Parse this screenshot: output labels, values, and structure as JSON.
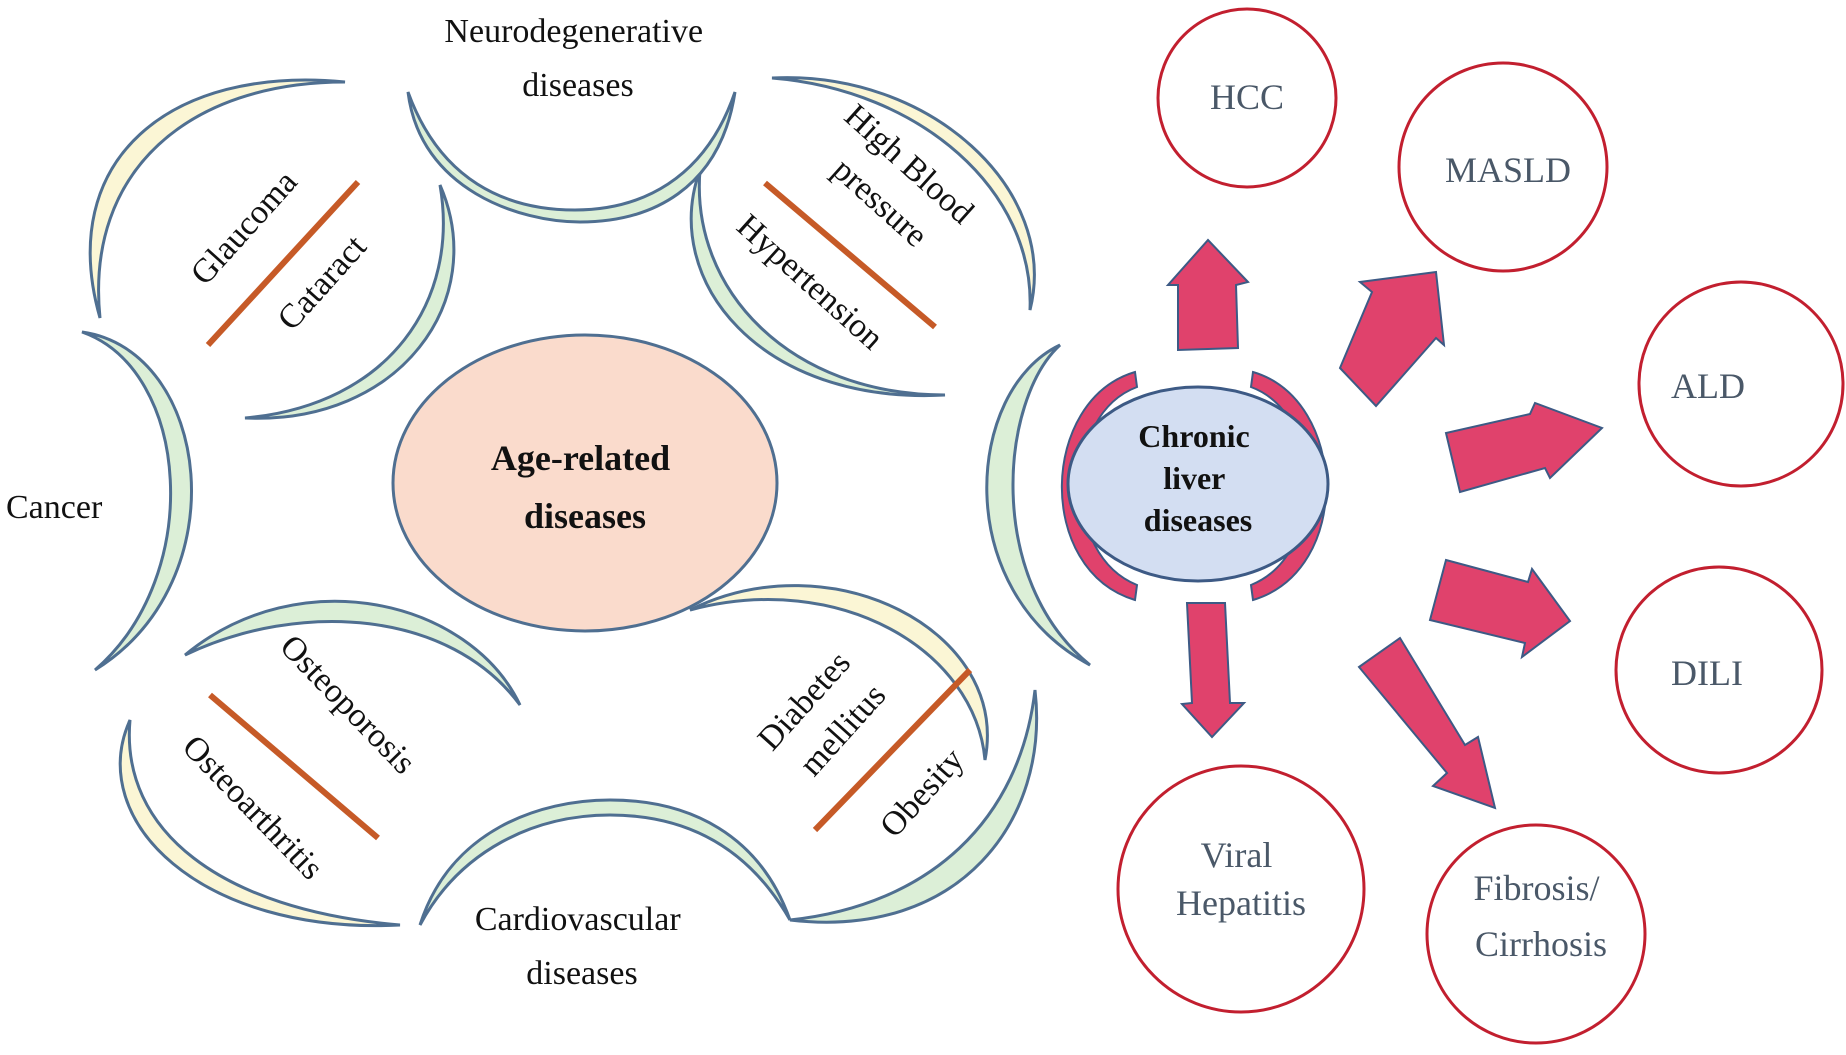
{
  "age_related": {
    "center": "Age-related diseases",
    "center_lines": [
      "Age-related",
      "diseases"
    ],
    "outer_labels": {
      "neurodegenerative": [
        "Neurodegenerative",
        "diseases"
      ],
      "cancer": "Cancer",
      "cardiovascular": [
        "Cardiovascular",
        "diseases"
      ]
    },
    "petals": {
      "eye": {
        "top": "Glaucoma",
        "bottom": "Cataract"
      },
      "blood_pressure": {
        "top": [
          "High Blood",
          "pressure"
        ],
        "bottom": "Hypertension"
      },
      "bone": {
        "top": "Osteoporosis",
        "bottom": "Osteoarthritis"
      },
      "metabolic": {
        "top": [
          "Diabetes",
          "mellitus"
        ],
        "bottom": "Obesity"
      }
    }
  },
  "chronic_liver": {
    "center_lines": [
      "Chronic",
      "liver",
      "diseases"
    ],
    "outcomes": {
      "hcc": "HCC",
      "masld": "MASLD",
      "ald": "ALD",
      "dili": "DILI",
      "viral": [
        "Viral",
        "Hepatitis"
      ],
      "fibrosis": [
        "Fibrosis/",
        "Cirrhosis"
      ]
    }
  },
  "colors": {
    "center_fill": "#fadbcc",
    "liver_fill": "#d3def2",
    "arrow_fill": "#e0426c",
    "outcome_border": "#c21f2f",
    "petal_stroke": "#4f6f91",
    "petal_fill": "#fbf6d5",
    "petal_inner": "#dcefd7",
    "divider": "#c65a27"
  }
}
